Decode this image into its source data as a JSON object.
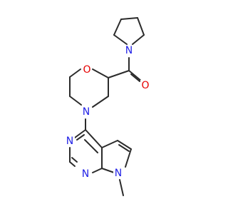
{
  "colors": {
    "bond": "#2b2b2b",
    "carbon": "#2b2b2b",
    "nitrogen": "#1f1fe6",
    "oxygen": "#e60000"
  },
  "atoms": {
    "N_pyrrolidine": "N",
    "O_carbonyl": "O",
    "O_morpholine": "O",
    "N_morpholine": "N",
    "N_pyrimidine_3": "N",
    "N_pyrimidine_1": "N",
    "N_pyrrole": "N",
    "C_methyl": ""
  }
}
